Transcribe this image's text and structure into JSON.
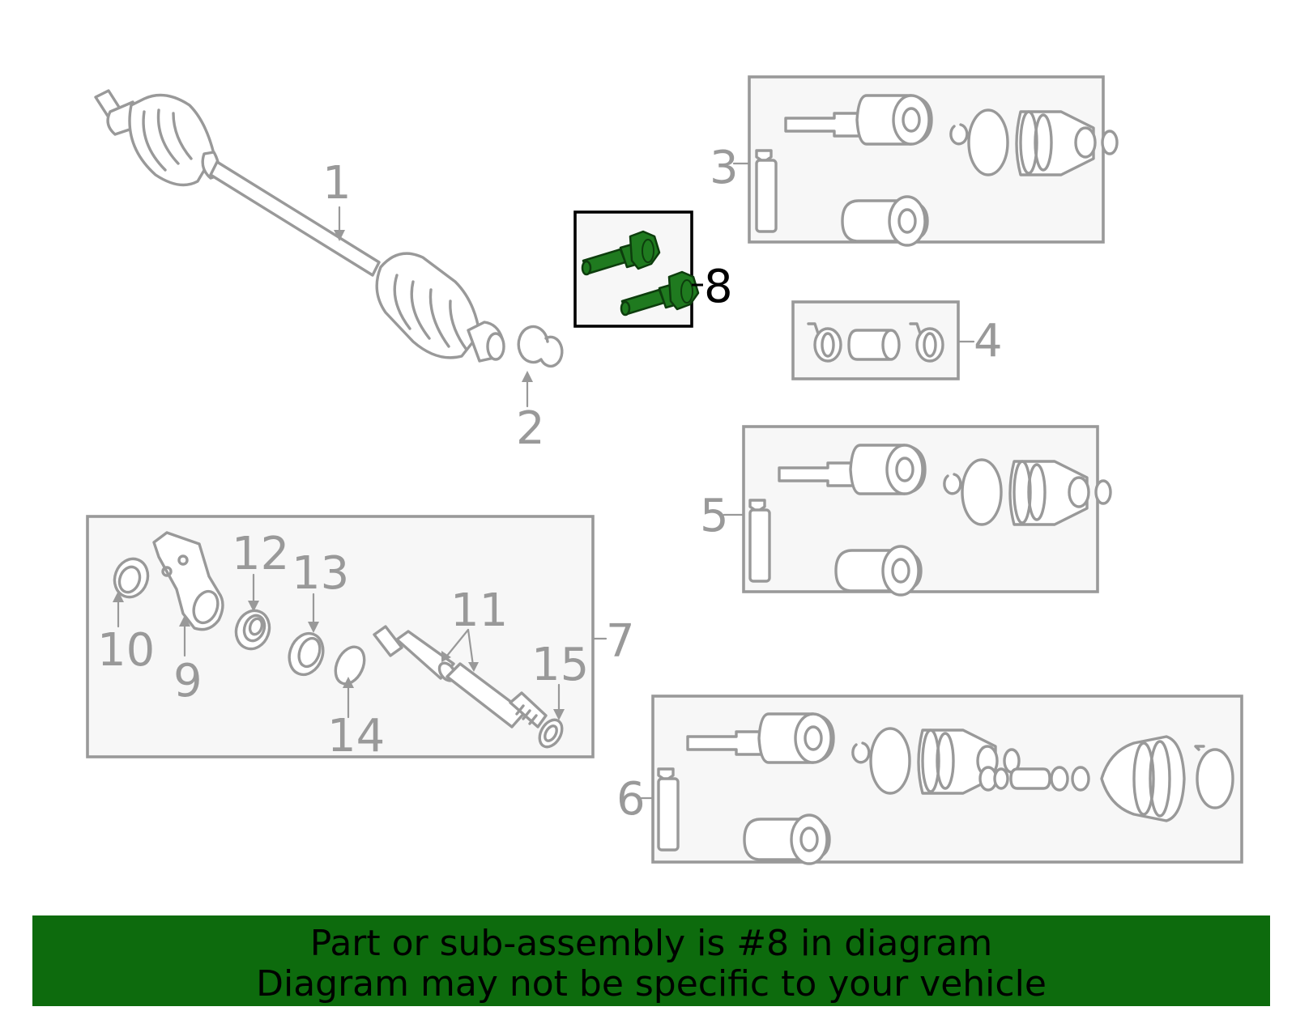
{
  "diagram": {
    "callouts": {
      "c1": "1",
      "c2": "2",
      "c3": "3",
      "c4": "4",
      "c5": "5",
      "c6": "6",
      "c7": "7",
      "c8": "8",
      "c9": "9",
      "c10": "10",
      "c11": "11",
      "c12": "12",
      "c13": "13",
      "c14": "14",
      "c15": "15"
    },
    "highlighted_part": "8",
    "colors": {
      "line": "#999999",
      "box_fill": "#f7f7f7",
      "highlight_part": "#1f7a1f",
      "highlight_box": "#000000",
      "banner": "#0d6b0d"
    }
  },
  "banner": {
    "line1": "Part or sub-assembly is #8 in diagram",
    "line2": "Diagram may not be specific to your vehicle"
  }
}
